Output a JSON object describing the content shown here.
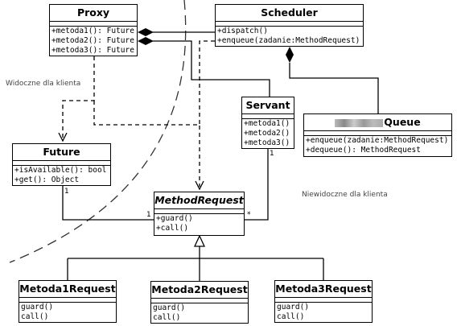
{
  "classes": {
    "proxy": {
      "name": "Proxy",
      "methods": [
        "+metoda1(): Future",
        "+metoda2(): Future",
        "+metoda3(): Future"
      ]
    },
    "scheduler": {
      "name": "Scheduler",
      "methods": [
        "+dispatch()",
        "+enqueue(zadanie:MethodRequest)"
      ]
    },
    "servant": {
      "name": "Servant",
      "methods": [
        "+metoda1()",
        "+metoda2()",
        "+metoda3()"
      ]
    },
    "queue": {
      "name": "Queue",
      "methods": [
        "+enqueue(zadanie:MethodRequest)",
        "+dequeue(): MethodRequest"
      ]
    },
    "future": {
      "name": "Future",
      "methods": [
        "+isAvailable(): bool",
        "+get(): Object"
      ]
    },
    "method_request": {
      "name": "MethodRequest",
      "methods": [
        "+guard()",
        "+call()"
      ]
    },
    "metoda1_request": {
      "name": "Metoda1Request",
      "methods": [
        "guard()",
        "call()"
      ]
    },
    "metoda2_request": {
      "name": "Metoda2Request",
      "methods": [
        "guard()",
        "call()"
      ]
    },
    "metoda3_request": {
      "name": "Metoda3Request",
      "methods": [
        "guard()",
        "call()"
      ]
    }
  },
  "notes": {
    "visible": "Widoczne dla klienta",
    "invisible": "Niewidoczne dla klienta"
  },
  "multiplicities": {
    "servant_end": "1",
    "future_end": "1",
    "method_request_future_end": "1",
    "method_request_servant_end": "*"
  }
}
